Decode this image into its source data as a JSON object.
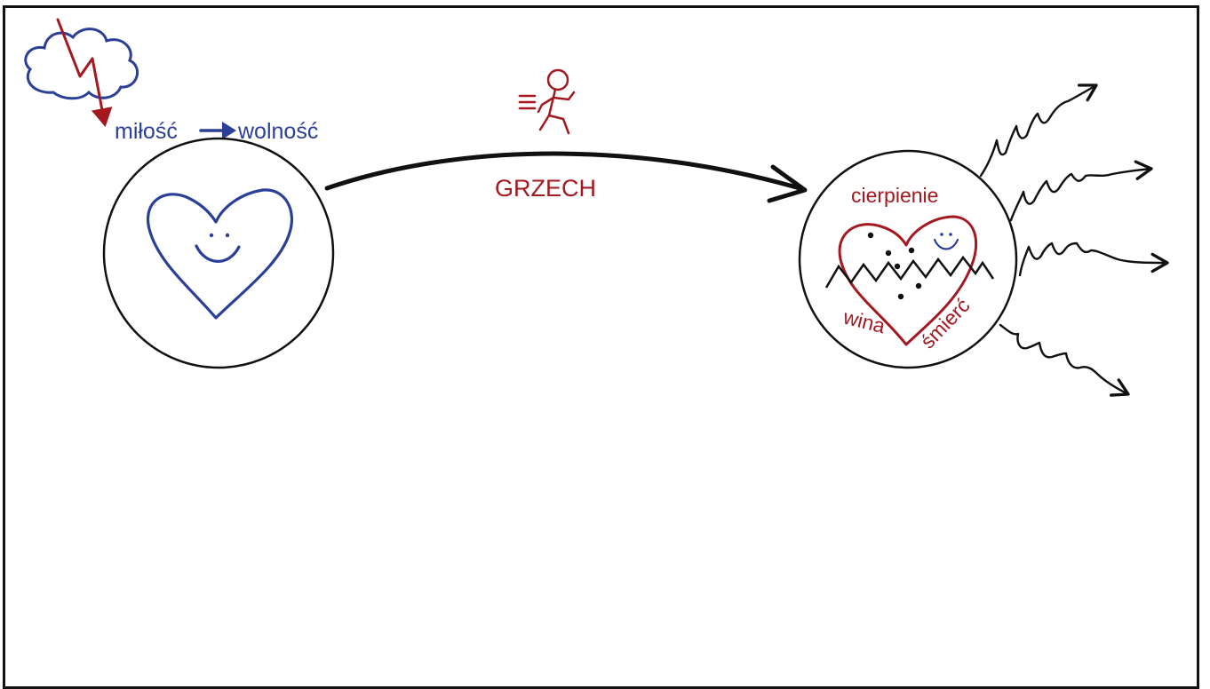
{
  "colors": {
    "blue": "#2a3f97",
    "red": "#a3191f",
    "black": "#111111"
  },
  "labels": {
    "love": "miłość",
    "freedom": "wolność",
    "sin": "GRZECH",
    "suffering": "cierpienie",
    "guilt": "wina",
    "death": "śmierć"
  },
  "icons": {
    "cloud": "cloud-icon",
    "lightning": "lightning-icon",
    "runner": "running-figure-icon",
    "happy_heart": "smiling-heart-icon",
    "wounded_heart": "wounded-heart-icon"
  }
}
